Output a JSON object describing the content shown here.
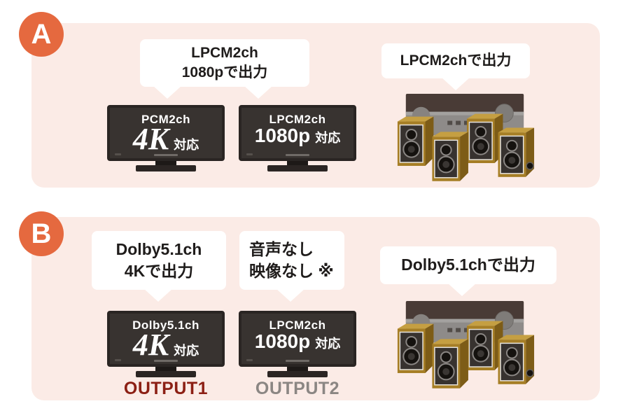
{
  "colors": {
    "page_bg": "#ffffff",
    "panel_bg": "#fbebe6",
    "badge_bg": "#e5693f",
    "bubble_bg": "#ffffff",
    "text_dark": "#1f1c1b",
    "tv_screen": "#383330",
    "tv_text": "#ffffff",
    "output1_color": "#8c1f14",
    "output2_color": "#8b8683",
    "speaker_wood": "#a67e25"
  },
  "illustrations": {
    "tv": "tv-illustration",
    "speaker_system": "speaker-system-illustration",
    "amplifier": "av-amplifier-illustration"
  },
  "section_a": {
    "badge": "A",
    "bubble_tv": {
      "line1": "LPCM2ch",
      "line2": "1080pで出力"
    },
    "bubble_audio": {
      "line1": "LPCM2chで出力"
    },
    "tv1": {
      "line1": "PCM2ch",
      "big": "4K",
      "suffix": "対応"
    },
    "tv2": {
      "line1": "LPCM2ch",
      "big": "1080p",
      "suffix": "対応"
    }
  },
  "section_b": {
    "badge": "B",
    "bubble_tv1": {
      "line1": "Dolby5.1ch",
      "line2": "4Kで出力"
    },
    "bubble_tv2": {
      "line1": "音声なし",
      "line2": "映像なし ※"
    },
    "bubble_audio": {
      "line1": "Dolby5.1chで出力"
    },
    "tv1": {
      "line1": "Dolby5.1ch",
      "big": "4K",
      "suffix": "対応",
      "output": "OUTPUT1"
    },
    "tv2": {
      "line1": "LPCM2ch",
      "big": "1080p",
      "suffix": "対応",
      "output": "OUTPUT2"
    }
  }
}
